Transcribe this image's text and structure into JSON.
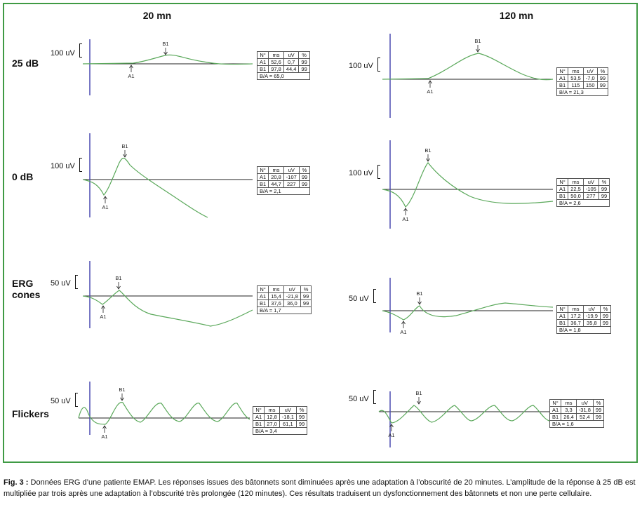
{
  "figure": {
    "columns": [
      "20 mn",
      "120 mn"
    ],
    "rows": [
      "25 dB",
      "0 dB",
      "ERG\ncones",
      "Flickers"
    ],
    "panels": [
      {
        "scale": "100 uV",
        "peak_labels": [
          "A1",
          "B1"
        ],
        "table": {
          "headers": [
            "N°",
            "ms",
            "uV",
            "%"
          ],
          "rows": [
            [
              "A1",
              "52,6",
              "0,7",
              "99"
            ],
            [
              "B1",
              "97,8",
              "44,4",
              "99"
            ]
          ],
          "ratio": "B/A = 65,0"
        }
      },
      {
        "scale": "100 uV",
        "peak_labels": [
          "A1",
          "B1"
        ],
        "table": {
          "headers": [
            "N°",
            "ms",
            "uV",
            "%"
          ],
          "rows": [
            [
              "A1",
              "53,5",
              "-7,0",
              "99"
            ],
            [
              "B1",
              "115",
              "150",
              "99"
            ]
          ],
          "ratio": "B/A = 21,3"
        }
      },
      {
        "scale": "100 uV",
        "peak_labels": [
          "A1",
          "B1"
        ],
        "table": {
          "headers": [
            "N°",
            "ms",
            "uV",
            "%"
          ],
          "rows": [
            [
              "A1",
              "20,8",
              "-107",
              "99"
            ],
            [
              "B1",
              "44,7",
              "227",
              "99"
            ]
          ],
          "ratio": "B/A = 2,1"
        }
      },
      {
        "scale": "100 uV",
        "peak_labels": [
          "A1",
          "B1"
        ],
        "table": {
          "headers": [
            "N°",
            "ms",
            "uV",
            "%"
          ],
          "rows": [
            [
              "A1",
              "22,5",
              "-105",
              "99"
            ],
            [
              "B1",
              "50,0",
              "277",
              "99"
            ]
          ],
          "ratio": "B/A = 2,6"
        }
      },
      {
        "scale": "50 uV",
        "peak_labels": [
          "A1",
          "B1"
        ],
        "table": {
          "headers": [
            "N°",
            "ms",
            "uV",
            "%"
          ],
          "rows": [
            [
              "A1",
              "15,4",
              "-21,8",
              "99"
            ],
            [
              "B1",
              "37,6",
              "36,0",
              "99"
            ]
          ],
          "ratio": "B/A = 1,7"
        }
      },
      {
        "scale": "50 uV",
        "peak_labels": [
          "A1",
          "B1"
        ],
        "table": {
          "headers": [
            "N°",
            "ms",
            "uV",
            "%"
          ],
          "rows": [
            [
              "A1",
              "17,2",
              "-19,9",
              "99"
            ],
            [
              "B1",
              "36,7",
              "35,8",
              "99"
            ]
          ],
          "ratio": "B/A = 1,8"
        }
      },
      {
        "scale": "50 uV",
        "peak_labels": [
          "A1",
          "B1"
        ],
        "table": {
          "headers": [
            "N°",
            "ms",
            "uV",
            "%"
          ],
          "rows": [
            [
              "A1",
              "12,8",
              "-18,1",
              "99"
            ],
            [
              "B1",
              "27,0",
              "61,1",
              "99"
            ]
          ],
          "ratio": "B/A = 3,4"
        }
      },
      {
        "scale": "50 uV",
        "peak_labels": [
          "A1",
          "B1"
        ],
        "table": {
          "headers": [
            "N°",
            "ms",
            "uV",
            "%"
          ],
          "rows": [
            [
              "A1",
              "3,3",
              "-31,8",
              "99"
            ],
            [
              "B1",
              "26,4",
              "52,4",
              "99"
            ]
          ],
          "ratio": "B/A = 1,6"
        }
      }
    ]
  },
  "caption": {
    "label": "Fig. 3 :",
    "text": " Données ERG d’une patiente EMAP. Les réponses issues des bâtonnets sont diminuées après une adaptation à l’obscurité de 20 minutes. L’amplitude de la réponse à 25 dB est multipliée par trois après une adaptation à l’obscurité très prolongée (120 minutes). Ces résultats traduisent un dysfonctionnement des bâtonnets et non une perte cellulaire."
  },
  "colors": {
    "frame": "#3f9a44",
    "trace": "#5aa85a",
    "marker": "#4a4ab0"
  }
}
